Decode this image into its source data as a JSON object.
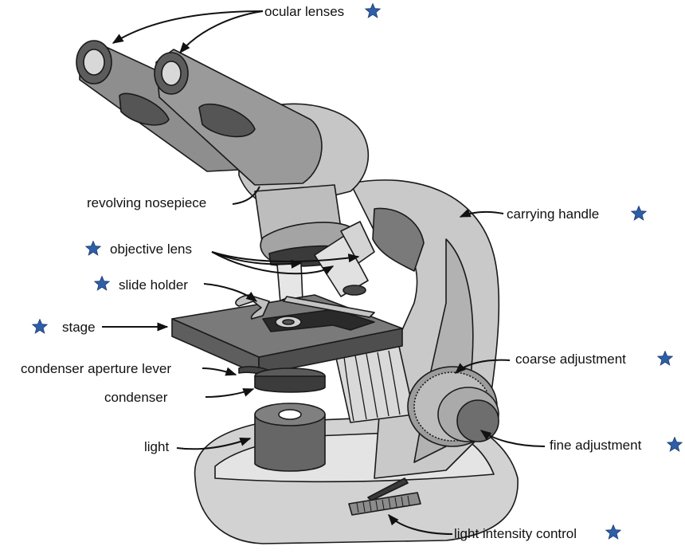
{
  "labels": {
    "ocular_lenses": "ocular lenses",
    "revolving_nosepiece": "revolving nosepiece",
    "carrying_handle": "carrying handle",
    "objective_lens": "objective lens",
    "slide_holder": "slide holder",
    "stage": "stage",
    "condenser_aperture_lever": "condenser aperture lever",
    "condenser": "condenser",
    "coarse_adjustment": "coarse adjustment",
    "light": "light",
    "fine_adjustment": "fine adjustment",
    "light_intensity_control": "light intensity control"
  },
  "colors": {
    "star": "#2e5ea8",
    "outline": "#1a1a1a",
    "body_light": "#cfcfcf",
    "body_mid": "#a8a8a8",
    "body_dark": "#6e6e6e"
  }
}
